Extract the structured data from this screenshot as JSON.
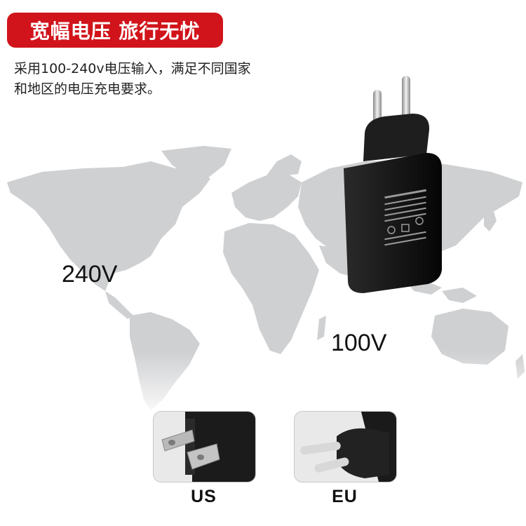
{
  "headline": "宽幅电压 旅行无忧",
  "description": {
    "line1": "采用100-240v电压输入，满足不同国家",
    "line2": "和地区的电压充电要求。"
  },
  "voltages": {
    "left": "240V",
    "right": "100V"
  },
  "plugs": [
    {
      "label": "US",
      "icon": "us-plug-icon"
    },
    {
      "label": "EU",
      "icon": "eu-plug-icon"
    }
  ],
  "colors": {
    "badge": "#d1141b",
    "map": "#cfd0d2",
    "adapter": "#151515"
  }
}
